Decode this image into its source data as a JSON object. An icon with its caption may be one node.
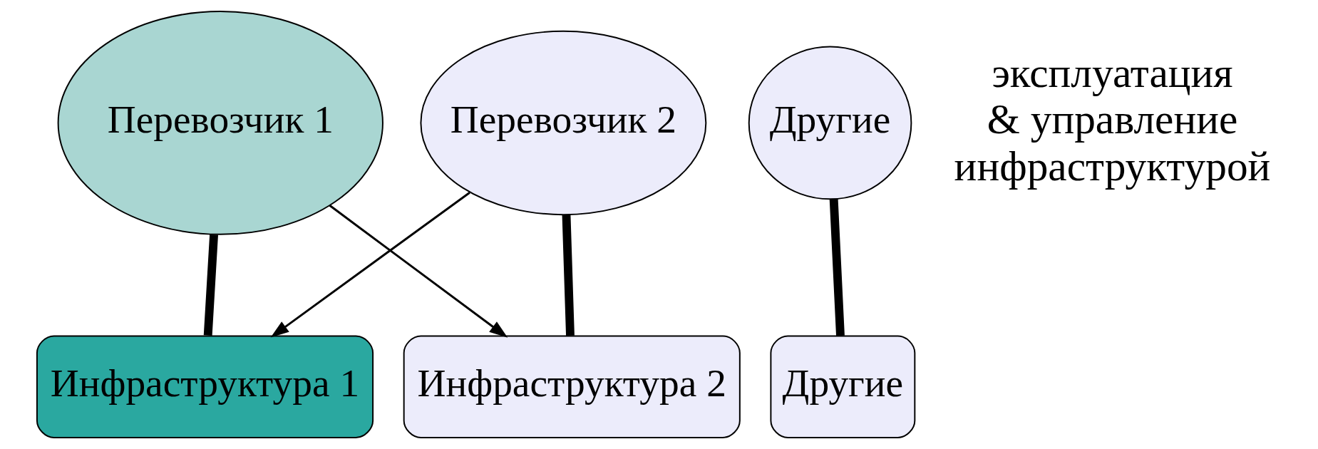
{
  "diagram": {
    "nodes": [
      {
        "text": [
          "Перевозчик 1"
        ]
      },
      {
        "text": [
          "Перевозчик 2"
        ]
      },
      {
        "text": [
          "Другие"
        ]
      },
      {
        "text": [
          "Инфраструктура 1"
        ]
      },
      {
        "text": [
          "Инфраструктура 2"
        ]
      },
      {
        "text": [
          "Другие"
        ]
      }
    ],
    "edges": [
      {
        "from": 0,
        "to": 3,
        "arrow": "none"
      },
      {
        "from": 0,
        "to": 4,
        "arrow": "to"
      },
      {
        "from": 1,
        "to": 3,
        "arrow": "to"
      },
      {
        "from": 1,
        "to": 4,
        "arrow": "none"
      },
      {
        "from": 2,
        "to": 5,
        "arrow": "none"
      }
    ],
    "labels": [
      "эксплуатация & управление инфраструктурой"
    ]
  }
}
